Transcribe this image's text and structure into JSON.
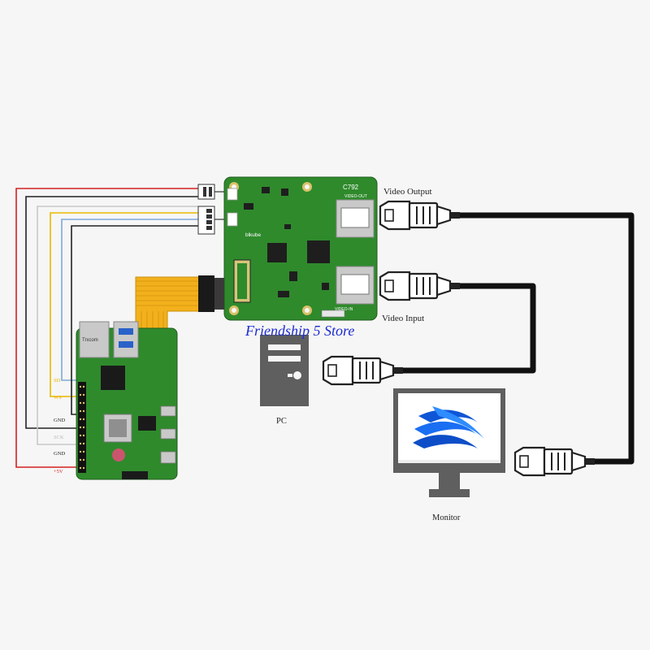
{
  "labels": {
    "video_output": "Video Output",
    "video_input": "Video Input",
    "pc": "PC",
    "monitor": "Monitor",
    "watermark": "Friendship 5 Store"
  },
  "board": {
    "model": "C792",
    "brand": "blkube",
    "video_out": "VIDEO-OUT",
    "video_in": "VIDEO-IN"
  },
  "raspberry_pi": {
    "pins": [
      {
        "label": "SD",
        "color": "#e6b800"
      },
      {
        "label": "WS",
        "color": "#e6b800"
      },
      {
        "label": "GND",
        "color": "#222222"
      },
      {
        "label": "SCK",
        "color": "#bbbbbb"
      },
      {
        "label": "GND",
        "color": "#222222"
      },
      {
        "label": "+5V",
        "color": "#d42020"
      }
    ],
    "usb_brand": "Trxcom"
  },
  "colors": {
    "board_green": "#2f8a2c",
    "cable_black": "#111111",
    "ribbon_yellow": "#f2b11c",
    "gray_icon": "#5f5f5f",
    "watermark_blue": "#1d2bd1"
  }
}
